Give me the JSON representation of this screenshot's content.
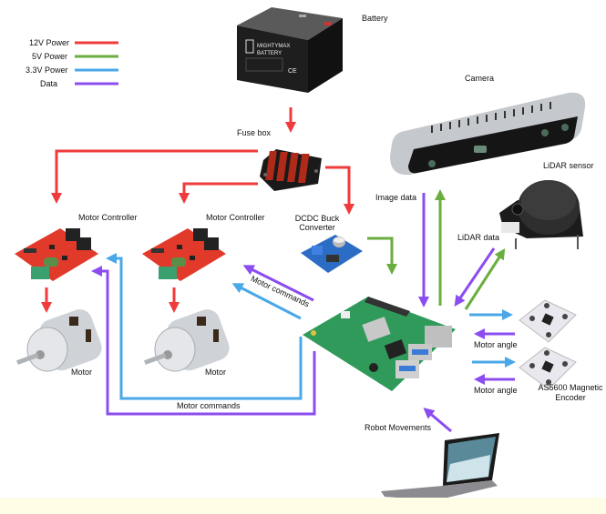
{
  "colors": {
    "power_12v": "#ef3b3b",
    "power_5v": "#6aae3f",
    "power_3v3": "#4aa8e8",
    "data": "#8b4cf0",
    "footer_bg": "#fffde6"
  },
  "legend": [
    {
      "label": "12V Power",
      "color_key": "power_12v"
    },
    {
      "label": "5V Power",
      "color_key": "power_5v"
    },
    {
      "label": "3.3V Power",
      "color_key": "power_3v3"
    },
    {
      "label": "Data",
      "color_key": "data"
    }
  ],
  "components": {
    "battery": {
      "label": "Battery",
      "brand_line1": "MIGHTYMAX",
      "brand_line2": "BATTERY"
    },
    "fuse_box": {
      "label": "Fuse box"
    },
    "motor_controller_1": {
      "label": "Motor Controller"
    },
    "motor_controller_2": {
      "label": "Motor Controller"
    },
    "buck_converter": {
      "label_line1": "DCDC Buck",
      "label_line2": "Converter"
    },
    "motor_1": {
      "label": "Motor"
    },
    "motor_2": {
      "label": "Motor"
    },
    "camera": {
      "label": "Camera"
    },
    "lidar": {
      "label": "LiDAR sensor"
    },
    "raspberry_pi": {
      "label": ""
    },
    "encoder": {
      "label_line1": "AS5600 Magnetic",
      "label_line2": "Encoder"
    },
    "laptop": {
      "label": ""
    }
  },
  "connections": {
    "image_data": "Image data",
    "lidar_data": "LiDAR data",
    "motor_commands_diag": "Motor commands",
    "motor_commands_bottom": "Motor commands",
    "motor_angle_1": "Motor angle",
    "motor_angle_2": "Motor angle",
    "robot_movements": "Robot Movements"
  }
}
